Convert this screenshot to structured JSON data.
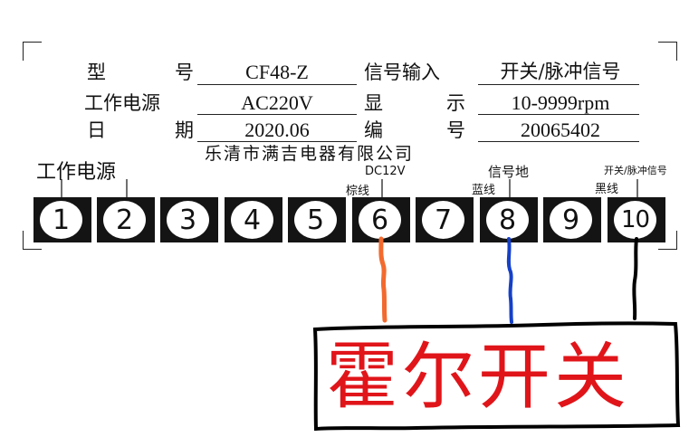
{
  "plate": {
    "rows": [
      {
        "label": "型号",
        "value": "CF48-Z",
        "label2": "信号输入",
        "value2": "开关/脉冲信号"
      },
      {
        "label": "工作电源",
        "value": "AC220V",
        "label2": "显示",
        "value2": "10-9999rpm"
      },
      {
        "label": "日期",
        "value": "2020.06",
        "label2": "编号",
        "value2": "20065402"
      }
    ],
    "manufacturer": "乐清市满吉电器有限公司",
    "power_label": "工作电源"
  },
  "terminals": [
    "1",
    "2",
    "3",
    "4",
    "5",
    "6",
    "7",
    "8",
    "9",
    "10"
  ],
  "terminal_notes": {
    "t6_top": "DC12V",
    "t6_wire": "棕线",
    "t8_top": "信号地",
    "t8_wire": "蓝线",
    "t10_top": "开关/脉冲信号",
    "t10_wire": "黑线"
  },
  "wires": {
    "t6_color": "#f26a2e",
    "t8_color": "#1540c8",
    "t10_color": "#000000"
  },
  "hall_sensor": {
    "label": "霍尔开关",
    "text_color": "#e0151a"
  }
}
